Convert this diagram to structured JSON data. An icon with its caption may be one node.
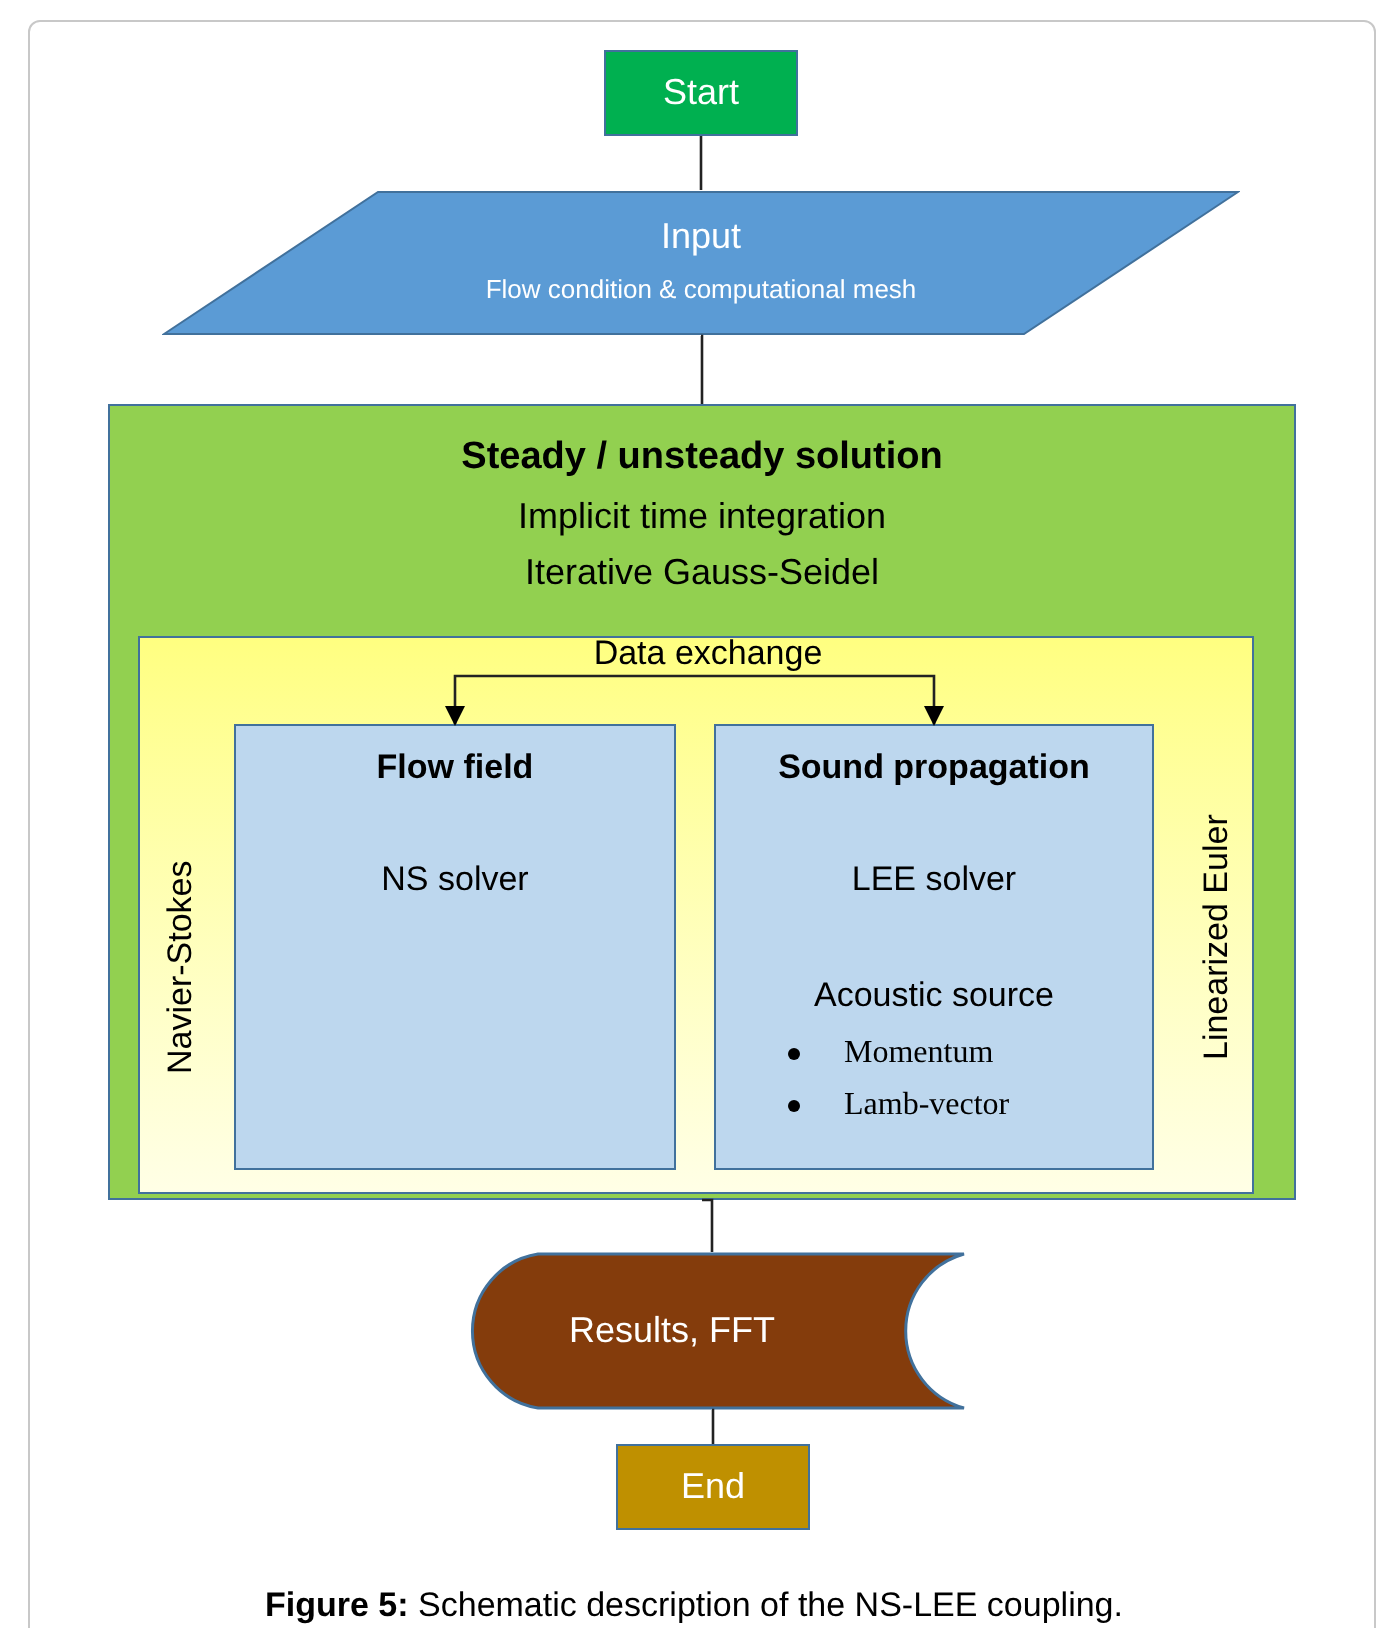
{
  "diagram": {
    "caption": "**Figure 5:** Schematic description of the NS-LEE coupling.",
    "nodes": [
      {
        "text": [
          "Start"
        ]
      },
      {
        "text": [
          "Input",
          "Flow condition & computational mesh"
        ]
      },
      {
        "text": [
          "Steady / unsteady solution",
          "Implicit time integration",
          "Iterative Gauss-Seidel"
        ]
      },
      {
        "text": [
          "Navier-Stokes",
          "Linearized Euler"
        ],
        "in": 2
      },
      {
        "text": [
          "Data exchange"
        ],
        "in": 3
      },
      {
        "text": [
          "Flow field",
          "NS solver"
        ],
        "in": 3
      },
      {
        "text": [
          "Sound propagation",
          "LEE solver",
          "Acoustic source",
          "Momentum",
          "Lamb-vector"
        ],
        "in": 3
      },
      {
        "text": [
          "Results, FFT"
        ]
      },
      {
        "text": [
          "End"
        ]
      }
    ],
    "edges": [
      {
        "from": 0,
        "to": 1,
        "arrow": "none"
      },
      {
        "from": 1,
        "to": 2,
        "arrow": "none"
      },
      {
        "from": 4,
        "to": 5,
        "arrow": "to"
      },
      {
        "from": 4,
        "to": 6,
        "arrow": "to"
      },
      {
        "from": 2,
        "to": 7,
        "arrow": "none"
      },
      {
        "from": 7,
        "to": 8,
        "arrow": "none"
      }
    ]
  }
}
